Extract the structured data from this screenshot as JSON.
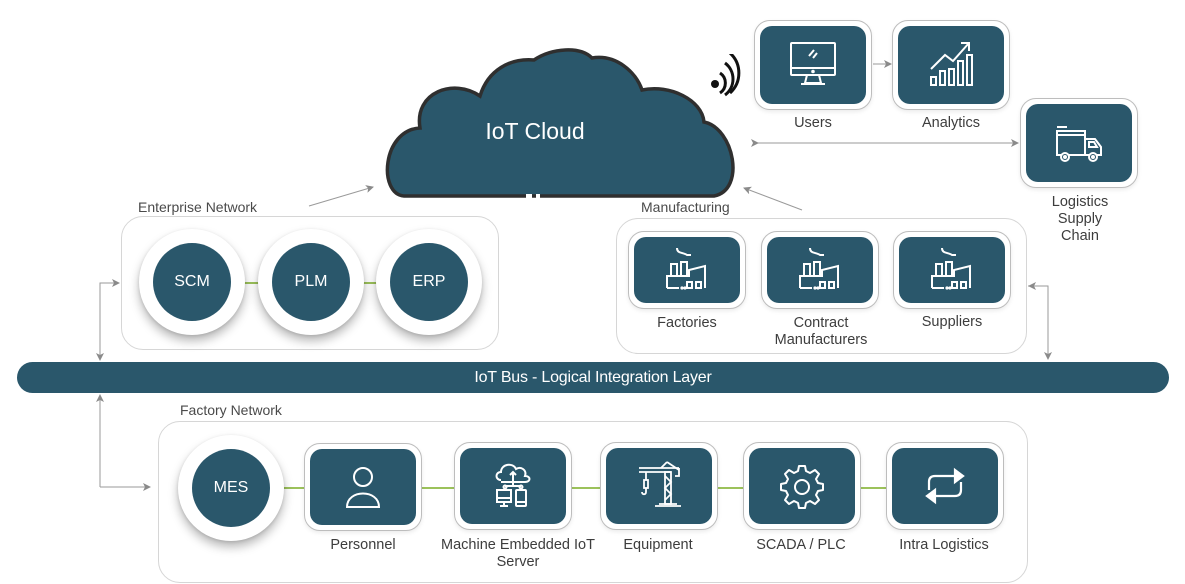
{
  "colors": {
    "primary": "#2a576b",
    "connector_green": "#9cc25b",
    "arrow_gray": "#9a9a9a",
    "box_border": "#d6d6d6"
  },
  "cloud": {
    "label": "IoT Cloud",
    "icon": "wifi-signal-icon"
  },
  "top_right": {
    "users": {
      "label": "Users",
      "icon": "desktop-monitor-icon"
    },
    "analytics": {
      "label": "Analytics",
      "icon": "growth-chart-icon"
    },
    "logistics": {
      "label": "Logistics\nSupply\nChain",
      "icon": "delivery-truck-icon"
    }
  },
  "enterprise": {
    "title": "Enterprise Network",
    "nodes": [
      {
        "label": "SCM"
      },
      {
        "label": "PLM"
      },
      {
        "label": "ERP"
      }
    ]
  },
  "manufacturing": {
    "title": "Manufacturing",
    "nodes": [
      {
        "label": "Factories",
        "icon": "factory-icon"
      },
      {
        "label": "Contract\nManufacturers",
        "icon": "factory-icon"
      },
      {
        "label": "Suppliers",
        "icon": "factory-icon"
      }
    ]
  },
  "bus": {
    "label": "IoT Bus - Logical Integration Layer"
  },
  "factory": {
    "title": "Factory Network",
    "hub": {
      "label": "MES"
    },
    "nodes": [
      {
        "label": "Personnel",
        "icon": "person-icon"
      },
      {
        "label": "Machine Embedded IoT\nServer",
        "icon": "cloud-devices-icon"
      },
      {
        "label": "Equipment",
        "icon": "crane-icon"
      },
      {
        "label": "SCADA / PLC",
        "icon": "gear-icon"
      },
      {
        "label": "Intra Logistics",
        "icon": "exchange-arrows-icon"
      }
    ]
  }
}
